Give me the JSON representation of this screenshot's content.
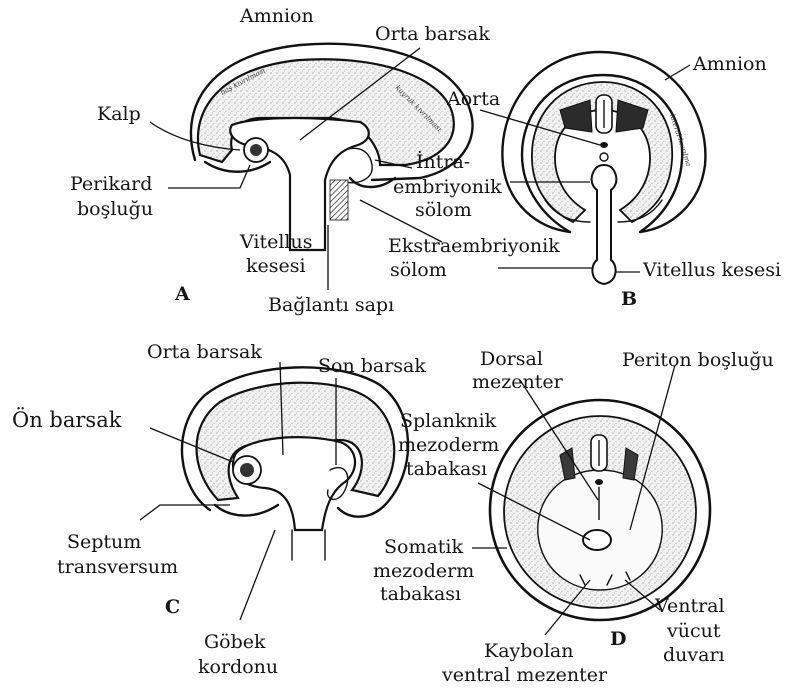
{
  "panels": {
    "A": {
      "letter": "A",
      "labels": {
        "amnion": "Amnion",
        "orta_barsak": "Orta barsak",
        "kalp": "Kalp",
        "perikard_1": "Perikard",
        "perikard_2": "boşluğu",
        "vitellus_1": "Vitellus",
        "vitellus_2": "kesesi",
        "intra_1": "İntra-",
        "intra_2": "embriyonik",
        "intra_3": "sölom",
        "ekstra_1": "Ekstraembriyonik",
        "ekstra_2": "sölom",
        "baglanti": "Bağlantı sapı",
        "bas_kivrilmasi": "baş kıvrılması",
        "kuyruk_kivrilmasi": "kuyruk kıvrılması"
      }
    },
    "B": {
      "letter": "B",
      "labels": {
        "amnion": "Amnion",
        "aorta": "Aorta",
        "vitellus_kesesi": "Vitellus kesesi",
        "lateral_kivrilma": "lateral kıvrılma"
      }
    },
    "C": {
      "letter": "C",
      "labels": {
        "orta_barsak": "Orta barsak",
        "son_barsak": "Son barsak",
        "on_barsak": "Ön barsak",
        "septum_1": "Septum",
        "septum_2": "transversum",
        "gobek_1": "Göbek",
        "gobek_2": "kordonu"
      }
    },
    "D": {
      "letter": "D",
      "labels": {
        "dorsal_1": "Dorsal",
        "dorsal_2": "mezenter",
        "periton": "Periton boşluğu",
        "splanknik_1": "Splanknik",
        "splanknik_2": "mezoderm",
        "splanknik_3": "tabakası",
        "somatik_1": "Somatik",
        "somatik_2": "mezoderm",
        "somatik_3": "tabakası",
        "ventral_1": "Ventral",
        "ventral_2": "vücut",
        "ventral_3": "duvarı",
        "kaybolan_1": "Kaybolan",
        "kaybolan_2": "ventral  mezenter"
      }
    }
  }
}
